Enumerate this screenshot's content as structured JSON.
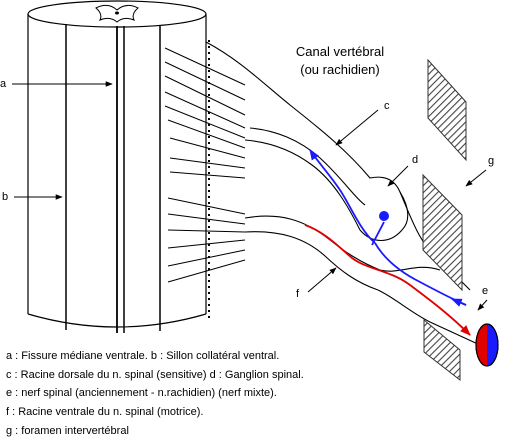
{
  "labels": {
    "a": "a",
    "b": "b",
    "c": "c",
    "d": "d",
    "e": "e",
    "f": "f",
    "g": "g"
  },
  "canal": {
    "line1": "Canal vertébral",
    "line2": "(ou rachidien)"
  },
  "legend": [
    "a : Fissure médiane ventrale.  b : Sillon collatéral ventral.",
    "c : Racine dorsale du n. spinal (sensitive)  d : Ganglion spinal.",
    "e : nerf spinal (anciennement - n.rachidien) (nerf mixte).",
    "f : Racine ventrale du n. spinal (motrice).",
    "g : foramen intervertébral"
  ],
  "colors": {
    "ink": "#000000",
    "dorsal_root": "#1a1aff",
    "ventral_root": "#e00000",
    "hatch": "#555555"
  }
}
